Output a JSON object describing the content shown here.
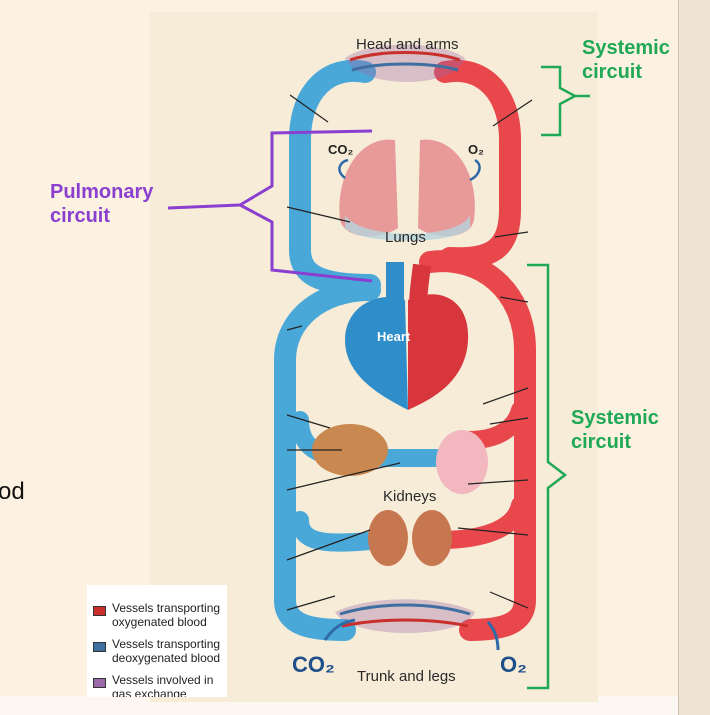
{
  "diagram": {
    "title_top": "Head and arms",
    "lungs_label": "Lungs",
    "heart_label": "Heart",
    "kidneys_label": "Kidneys",
    "bottom_label": "Trunk and legs",
    "co2_top": "CO₂",
    "o2_top": "O₂",
    "co2_bottom": "CO₂",
    "o2_bottom": "O₂"
  },
  "callouts": {
    "pulmonary": "Pulmonary circuit",
    "systemic_top": "Systemic circuit",
    "systemic_bottom": "Systemic circuit"
  },
  "edge_text": "od",
  "legend": [
    {
      "label": "Vessels transporting oxygenated blood",
      "color": "#c9302c"
    },
    {
      "label": "Vessels transporting deoxygenated blood",
      "color": "#3f6fa0"
    },
    {
      "label": "Vessels involved in gas exchange",
      "color": "#9a6aa8"
    }
  ],
  "colors": {
    "oxygenated": "#e8474c",
    "deoxygenated": "#4aa8d8",
    "pulmonary_bracket": "#8a3fd0",
    "systemic_bracket": "#1fa855"
  }
}
